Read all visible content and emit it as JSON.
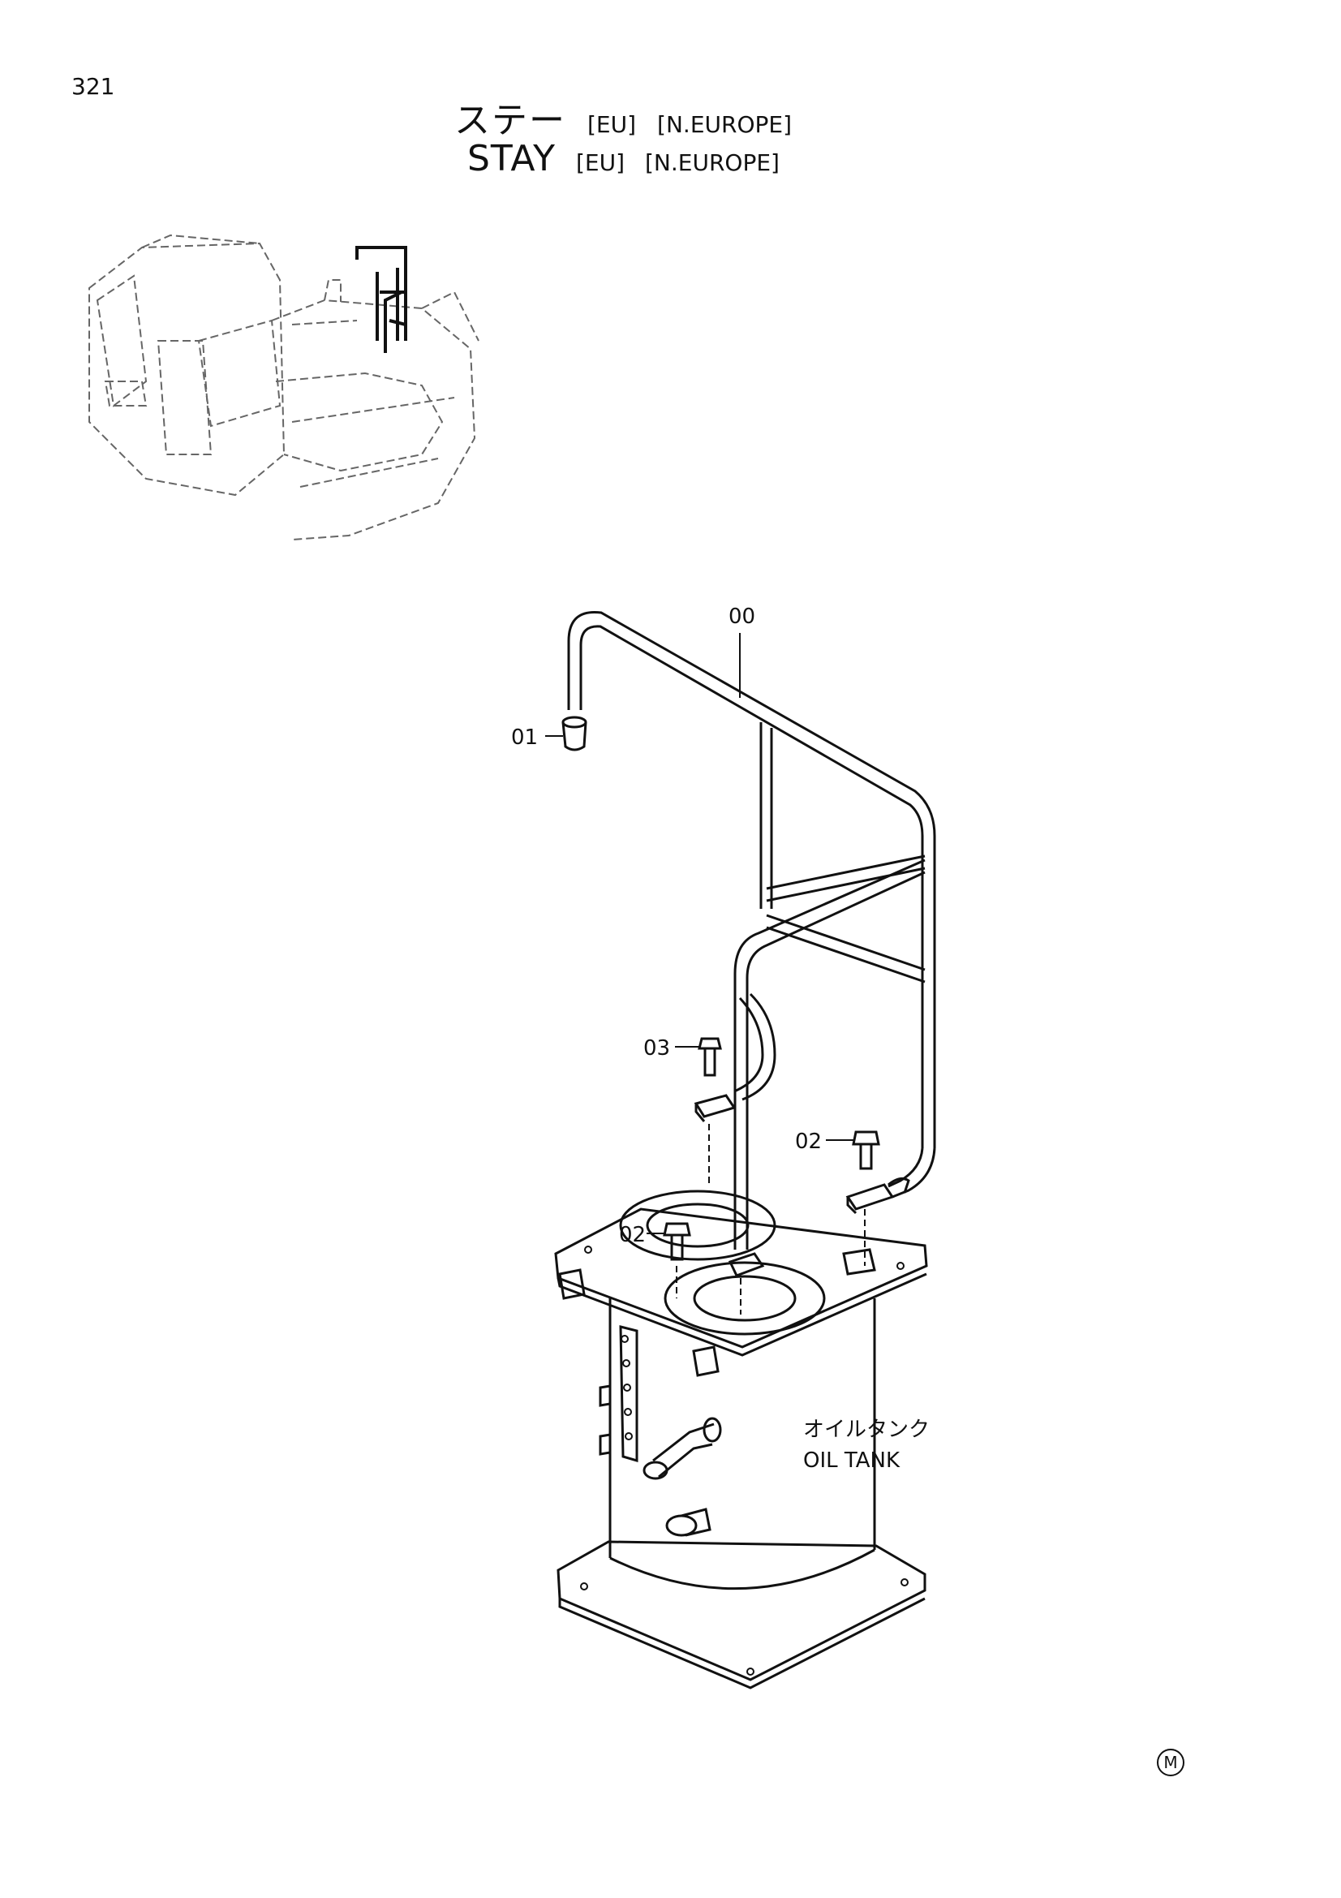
{
  "page": {
    "number": "321"
  },
  "title": {
    "jp": "ステー",
    "en": "STAY",
    "tag_eu": "[EU]",
    "tag_region": "[N.EUROPE]"
  },
  "callouts": {
    "c00": "00",
    "c01": "01",
    "c02a": "02",
    "c02b": "02",
    "c03": "03"
  },
  "tank_label": {
    "jp": "オイルタンク",
    "en": "OIL TANK"
  },
  "footer_mark": "M"
}
